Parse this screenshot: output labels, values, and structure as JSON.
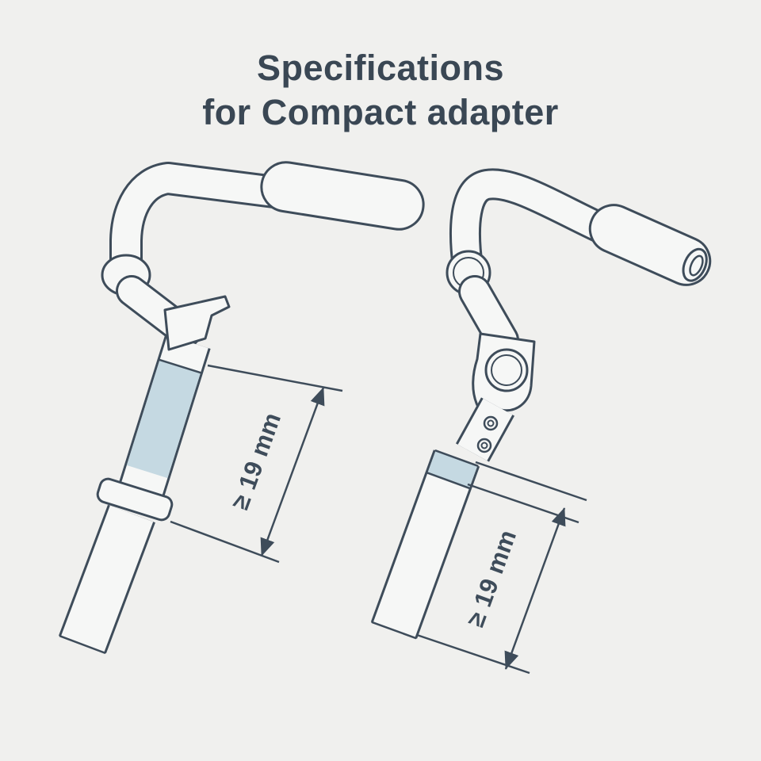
{
  "page": {
    "title_line1": "Specifications",
    "title_line2": "for Compact adapter"
  },
  "theme": {
    "background_color": "#f0f0ee",
    "line_color": "#3e4c5a",
    "highlight_color": "#c5d9e2",
    "tube_fill": "#f6f7f6",
    "title_color": "#3a4754"
  },
  "diagram": {
    "type": "technical-illustration",
    "subject": "Minimum straight tube length required on two handlebar styles for mounting the Compact adapter",
    "figures": [
      {
        "name": "left-handlebar",
        "highlighted_part": "adapter mounting section",
        "dimension_label": "≥ 19 mm"
      },
      {
        "name": "right-handlebar",
        "highlighted_part": "adapter mounting band",
        "dimension_label": "≥ 19 mm"
      }
    ]
  }
}
